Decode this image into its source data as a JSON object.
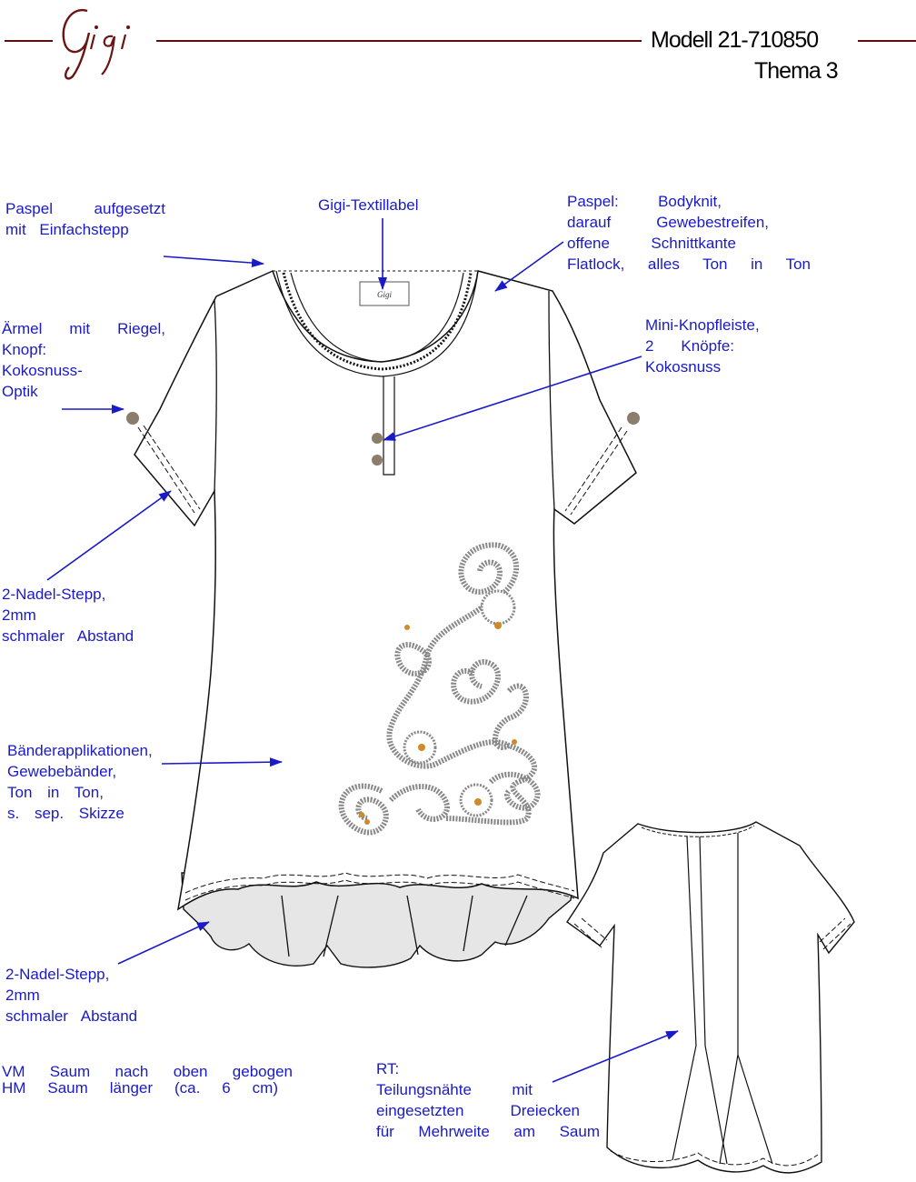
{
  "header": {
    "brand": "Gigi",
    "model": "Modell 21-710850",
    "theme": "Thema 3"
  },
  "annotations": {
    "piping_front": [
      "Paspel aufgesetzt",
      "mit Einfachstepp"
    ],
    "label": [
      "Gigi-Textillabel"
    ],
    "piping_detail": [
      "Paspel: Bodyknit,",
      "darauf Gewebestreifen,",
      "offene Schnittkante",
      "Flatlock, alles Ton in Ton"
    ],
    "sleeve_tab": [
      "Ärmel mit Riegel,",
      "Knopf:",
      "Kokosnuss-",
      "Optik"
    ],
    "placket": [
      "Mini-Knopfleiste,",
      "2 Knöpfe:",
      "Kokosnuss"
    ],
    "sleeve_stitch": [
      "2-Nadel-Stepp,",
      "2mm",
      "schmaler Abstand"
    ],
    "appliques": [
      "Bänderapplikationen,",
      "Gewebebänder,",
      "Ton in Ton,",
      "s. sep. Skizze"
    ],
    "hem_stitch": [
      "2-Nadel-Stepp,",
      "2mm",
      "schmaler Abstand"
    ],
    "hem_note": [
      "VM Saum nach oben gebogen",
      "HM Saum länger (ca. 6 cm)"
    ],
    "back_view": [
      "RT:",
      "Teilungsnähte mit",
      "eingesetzten Dreiecken",
      "für Mehrweite am Saum"
    ]
  },
  "label_tag_text": "Gigi",
  "colors": {
    "annotation": "#1a1ac8",
    "header_rule": "#5a1010",
    "outline": "#111111",
    "button": "#8b7d6b",
    "underlayer": "#e6e6e6"
  }
}
